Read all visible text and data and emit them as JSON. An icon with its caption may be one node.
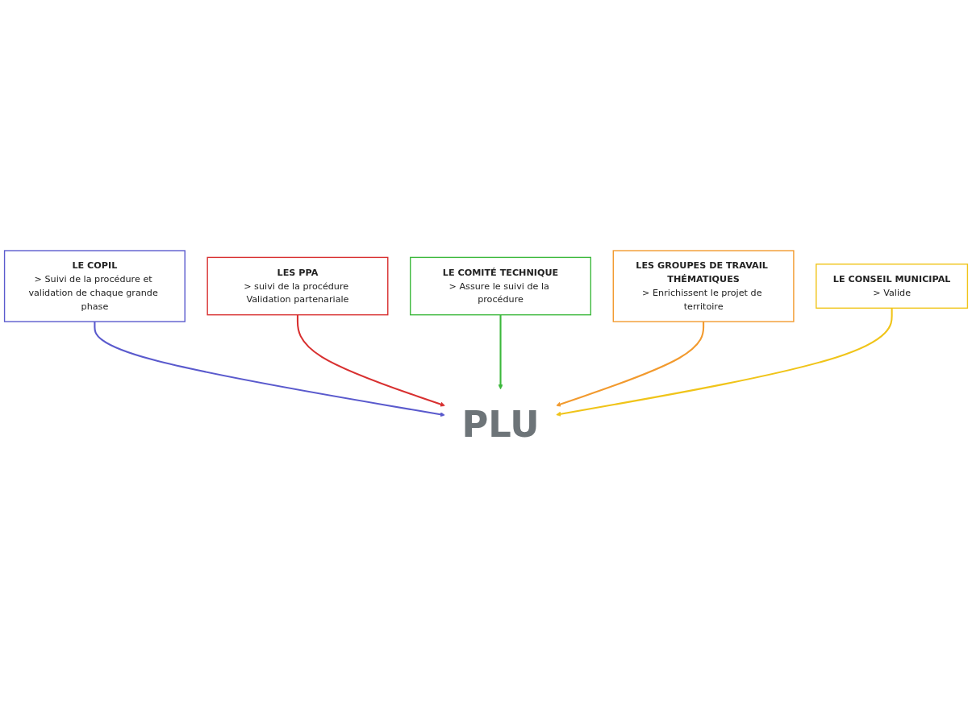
{
  "diagram": {
    "nodes": [
      {
        "text": [
          "LE COPIL",
          "> Suivi de la procédure et validation de chaque grande phase"
        ]
      },
      {
        "text": [
          "LES PPA",
          "> suivi de la procédure Validation partenariale"
        ]
      },
      {
        "text": [
          "PLU"
        ]
      },
      {
        "text": [
          "LE COMITÉ TECHNIQUE",
          "> Assure le suivi de la procédure"
        ]
      },
      {
        "text": [
          "LES GROUPES DE TRAVAIL THÉMATIQUES",
          "> Enrichissent le projet de territoire"
        ]
      },
      {
        "text": [
          "LE CONSEIL MUNICIPAL",
          "> Valide"
        ]
      }
    ],
    "edges": [
      {
        "from": 0,
        "to": 2,
        "arrow": "to",
        "color": "#5a5acd"
      },
      {
        "from": 1,
        "to": 2,
        "arrow": "to",
        "color": "#d83030"
      },
      {
        "from": 3,
        "to": 2,
        "arrow": "to",
        "color": "#3cb83c"
      },
      {
        "from": 4,
        "to": 2,
        "arrow": "to",
        "color": "#f29a2e"
      },
      {
        "from": 5,
        "to": 2,
        "arrow": "to",
        "color": "#f0c419"
      }
    ]
  }
}
